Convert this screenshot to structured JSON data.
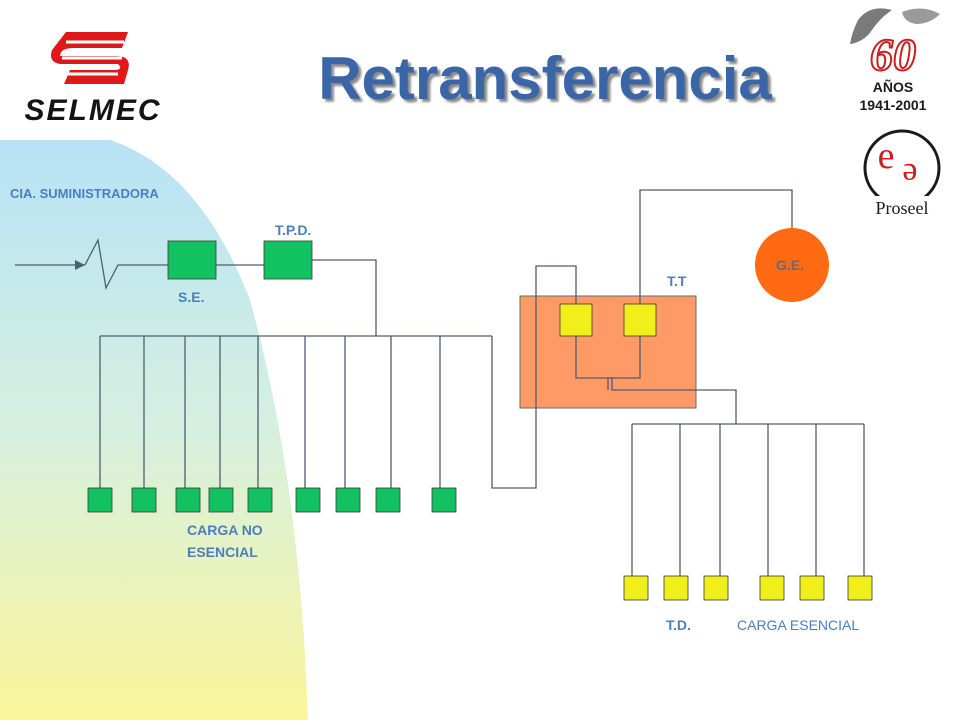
{
  "title": "Retransferencia",
  "logo_left": "SELMEC",
  "logo_right_years": "AÑOS",
  "logo_right_range": "1941-2001",
  "logo_right_big": "60",
  "logo_proseel": "Proseel",
  "labels": {
    "supplier": "CIA. SUMINISTRADORA",
    "tpd": "T.P.D.",
    "se": "S.E.",
    "tt": "T.T",
    "ge": "G.E.",
    "carga_no_1": "CARGA NO",
    "carga_no_2": "ESENCIAL",
    "td": "T.D.",
    "carga_esencial": "CARGA ESENCIAL"
  },
  "colors": {
    "green": "#12c261",
    "yellow": "#f0ef1a",
    "orange_box": "#ff9a66",
    "generator": "#ff6a12",
    "line": "#4f5e70",
    "title": "#3a66a8",
    "label": "#4a7fc0",
    "red_logo": "#e01818"
  }
}
